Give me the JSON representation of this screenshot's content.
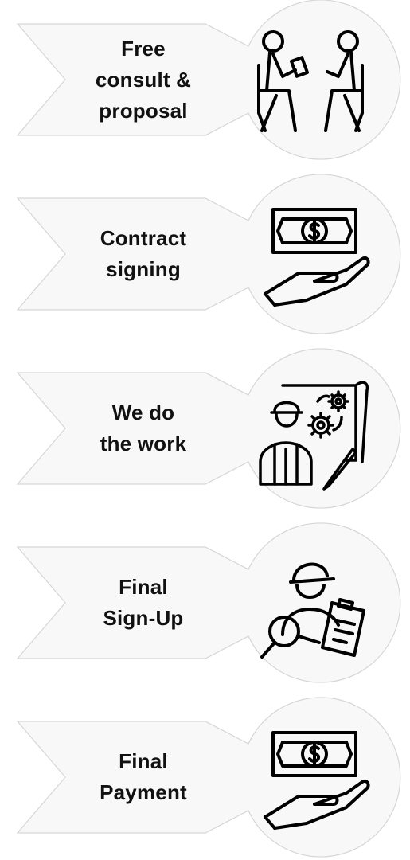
{
  "steps": [
    {
      "label": "Free\nconsult &\nproposal",
      "icon": "consultation-icon"
    },
    {
      "label": "Contract\nsigning",
      "icon": "money-hand-icon"
    },
    {
      "label": "We do\nthe work",
      "icon": "engineer-blueprint-icon"
    },
    {
      "label": "Final\nSign-Up",
      "icon": "inspector-clipboard-icon"
    },
    {
      "label": "Final\nPayment",
      "icon": "money-hand-icon"
    }
  ],
  "colors": {
    "shape_fill": "#f8f8f8",
    "shape_stroke": "#d6d6d6",
    "text": "#111111",
    "icon_stroke": "#000000"
  }
}
